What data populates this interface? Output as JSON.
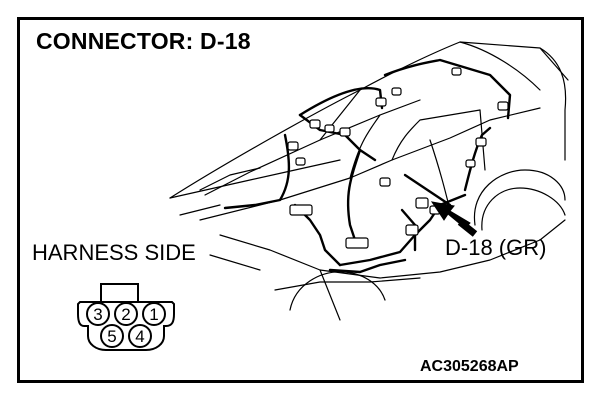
{
  "title": "CONNECTOR: D-18",
  "harness_label": "HARNESS SIDE",
  "callout_label": "D-18 (GR)",
  "figure_id": "AC305268AP",
  "connector": {
    "top_row_pins": [
      "3",
      "2",
      "1"
    ],
    "bottom_row_pins": [
      "5",
      "4"
    ]
  }
}
